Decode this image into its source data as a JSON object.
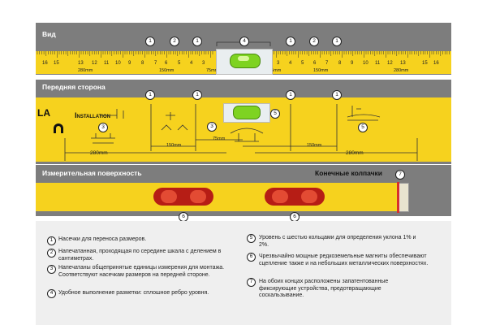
{
  "sections": {
    "top_title": "Вид",
    "front_title": "Передняя сторона",
    "measure_title": "Измерительная поверхность",
    "caps_title": "Конечные колпачки"
  },
  "ruler": {
    "left_numbers": [
      "16",
      "15",
      "13",
      "12",
      "11",
      "10",
      "9",
      "8",
      "7",
      "6",
      "5",
      "4",
      "3"
    ],
    "right_numbers": [
      "3",
      "4",
      "5",
      "6",
      "7",
      "8",
      "9",
      "10",
      "11",
      "12",
      "13",
      "15",
      "16"
    ],
    "labels": [
      "280mm",
      "150mm",
      "75mm",
      "75mm",
      "150mm",
      "280mm"
    ]
  },
  "front": {
    "brand_fragment": "LA",
    "installation_label": "Installation",
    "dims": [
      "150mm",
      "75mm",
      "150mm",
      "280mm",
      "280mm"
    ]
  },
  "callouts": [
    "1",
    "2",
    "1",
    "4",
    "1",
    "2",
    "1",
    "1",
    "1",
    "1",
    "1",
    "5",
    "3",
    "5",
    "3",
    "6",
    "6",
    "7"
  ],
  "legend": [
    {
      "num": "1",
      "text": "Насечки для переноса размеров."
    },
    {
      "num": "2",
      "text": "Напечатанная, проходящая по середине шкала с делением в сантиметрах."
    },
    {
      "num": "3",
      "text": "Напечатаны общепринятые единицы измерения для монтажа. Соответствуют насечкам размеров на передней стороне."
    },
    {
      "num": "4",
      "text": "Удобное выполнение разметки: сплошное ребро уровня."
    },
    {
      "num": "5",
      "text": "Уровень с шестью кольцами для определения уклона 1% и 2%."
    },
    {
      "num": "6",
      "text": "Чрезвычайно мощные редкоземельные магниты обеспечивают сцепление также и на небольших металлических поверхностях."
    },
    {
      "num": "7",
      "text": "На обоих концах расположены запатентованные фиксирующие устройства, предотвращающие соскальзывание."
    }
  ],
  "colors": {
    "yellow": "#f6d21e",
    "band": "#7d7d7d",
    "magnet": "#b61d15",
    "vial": "#7ed321"
  }
}
